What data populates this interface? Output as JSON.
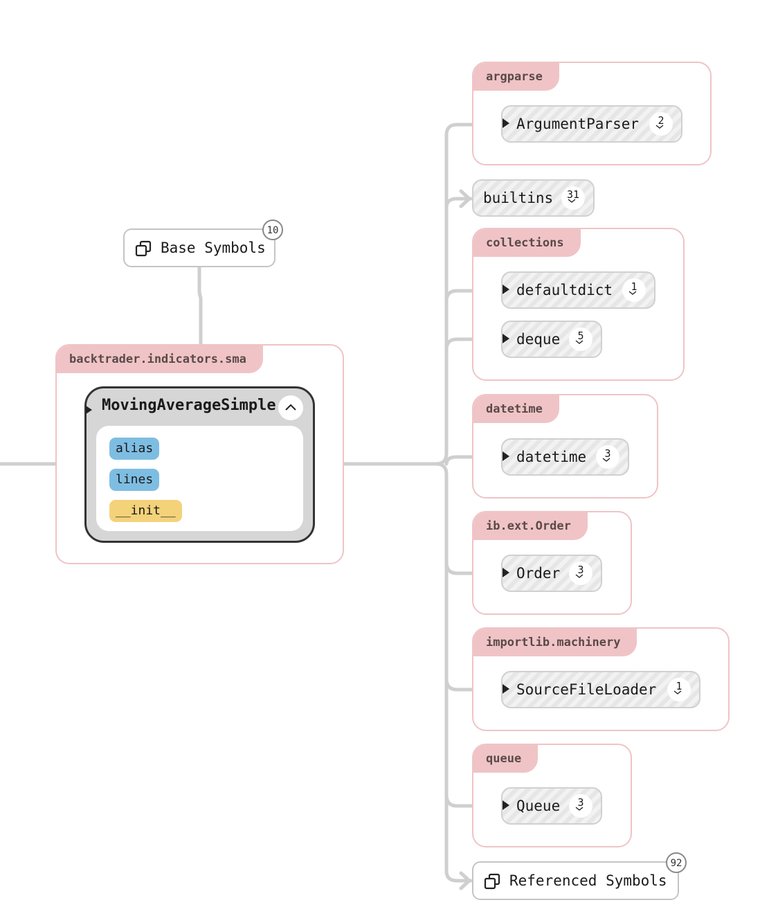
{
  "base_symbols": {
    "label": "Base Symbols",
    "count": "10"
  },
  "referenced_symbols": {
    "label": "Referenced Symbols",
    "count": "92"
  },
  "main_module": {
    "name": "backtrader.indicators.sma",
    "class_name": "MovingAverageSimple",
    "members": [
      "alias",
      "lines",
      "__init__"
    ]
  },
  "builtins": {
    "label": "builtins",
    "count": "31"
  },
  "groups": [
    {
      "module": "argparse",
      "symbols": [
        {
          "label": "ArgumentParser",
          "count": "2"
        }
      ]
    },
    {
      "module": "collections",
      "symbols": [
        {
          "label": "defaultdict",
          "count": "1"
        },
        {
          "label": "deque",
          "count": "5"
        }
      ]
    },
    {
      "module": "datetime",
      "symbols": [
        {
          "label": "datetime",
          "count": "3"
        }
      ]
    },
    {
      "module": "ib.ext.Order",
      "symbols": [
        {
          "label": "Order",
          "count": "3"
        }
      ]
    },
    {
      "module": "importlib.machinery",
      "symbols": [
        {
          "label": "SourceFileLoader",
          "count": "1"
        }
      ]
    },
    {
      "module": "queue",
      "symbols": [
        {
          "label": "Queue",
          "count": "3"
        }
      ]
    }
  ],
  "colors": {
    "group_border": "#efc4c6",
    "group_label_bg": "#f0c4c6",
    "member_attr": "#7ebde2",
    "member_method": "#f4d27a",
    "self_edge": "#4a9ec4",
    "edge": "#cfcfcf"
  }
}
